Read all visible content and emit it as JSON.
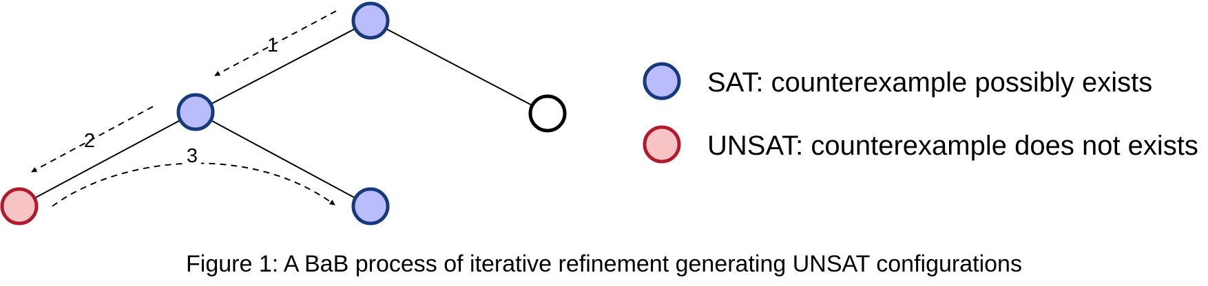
{
  "colors": {
    "sat_fill": "#bbbcfb",
    "sat_stroke": "#163a7c",
    "unsat_fill": "#f8c3c4",
    "unsat_stroke": "#b01c2e",
    "unexplored_fill": "#ffffff",
    "unexplored_stroke": "#000000"
  },
  "tree": {
    "nodes": [
      {
        "id": "root",
        "status": "SAT"
      },
      {
        "id": "left",
        "status": "SAT"
      },
      {
        "id": "right",
        "status": "unexplored"
      },
      {
        "id": "left-left",
        "status": "UNSAT"
      },
      {
        "id": "left-right",
        "status": "SAT"
      }
    ],
    "edges": [
      [
        "root",
        "left"
      ],
      [
        "root",
        "right"
      ],
      [
        "left",
        "left-left"
      ],
      [
        "left",
        "left-right"
      ]
    ],
    "steps": [
      {
        "label": "1",
        "from": "root",
        "to": "left"
      },
      {
        "label": "2",
        "from": "left",
        "to": "left-left"
      },
      {
        "label": "3",
        "from": "left-left",
        "to": "left-right"
      }
    ]
  },
  "legend": {
    "sat": "SAT: counterexample possibly exists",
    "unsat": "UNSAT: counterexample does not exists"
  },
  "caption": "Figure 1: A BaB process of iterative refinement generating UNSAT configurations"
}
